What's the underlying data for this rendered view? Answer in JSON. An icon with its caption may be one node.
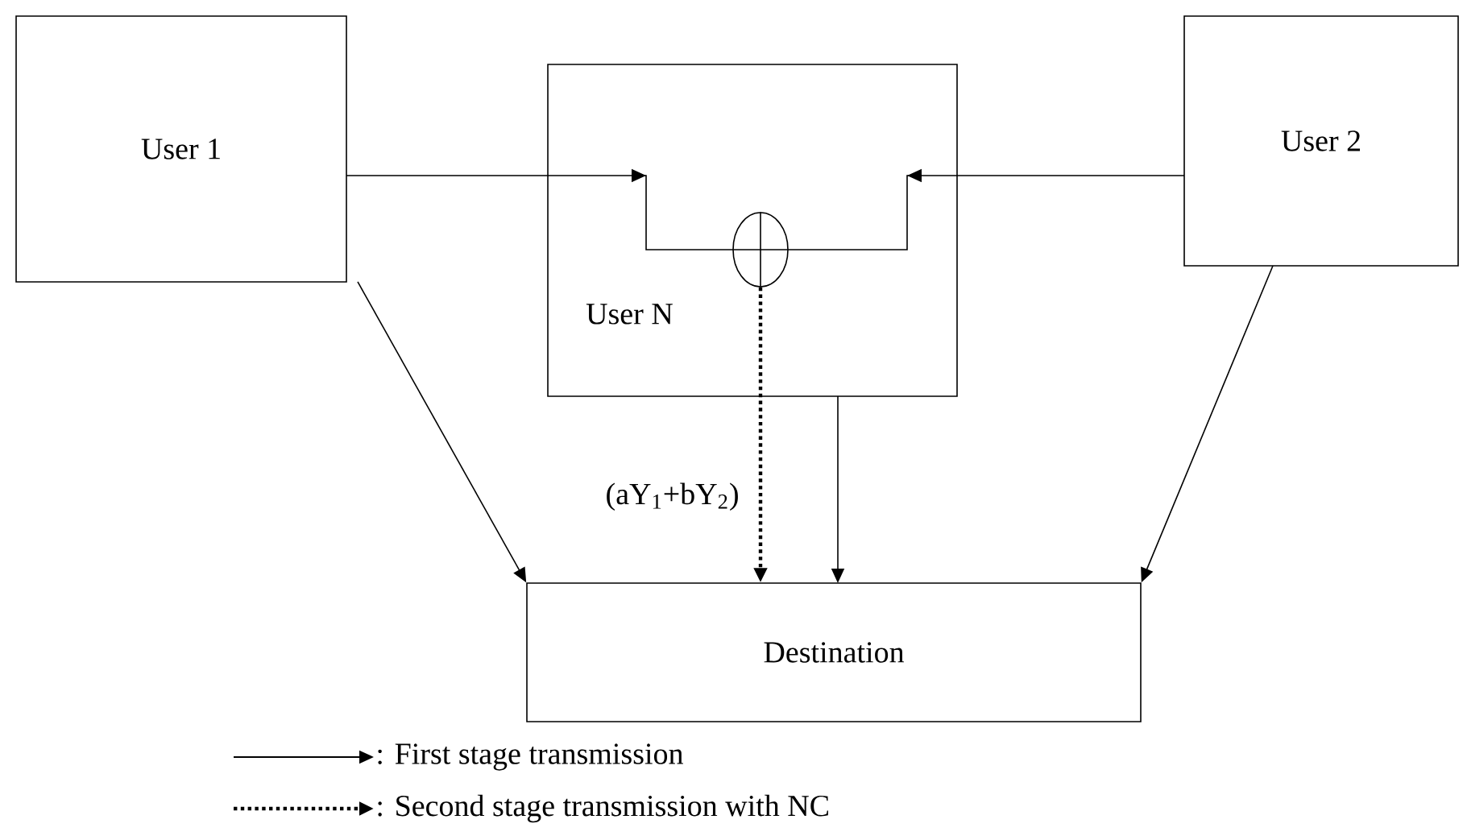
{
  "diagram": {
    "nodes": [
      {
        "text": [
          "User 1"
        ]
      },
      {
        "text": [
          "User N"
        ]
      },
      {
        "text": [
          "User 2"
        ]
      },
      {
        "text": [],
        "shape": "circle",
        "in": 1
      },
      {
        "text": [
          "Destination"
        ]
      }
    ],
    "edges": [
      {
        "from": 0,
        "to": 3,
        "arrow": "to"
      },
      {
        "from": 2,
        "to": 3,
        "arrow": "to"
      },
      {
        "from": 3,
        "to": 4,
        "arrow": "to",
        "style": "dashed",
        "label": "(aY$_{1}$+bY$_{2}$)"
      },
      {
        "from": 1,
        "to": 4,
        "arrow": "to"
      },
      {
        "from": 0,
        "to": 4,
        "arrow": "to"
      },
      {
        "from": 2,
        "to": 4,
        "arrow": "to"
      }
    ],
    "legend": [
      {
        "text": ": First stage transmission"
      },
      {
        "text": ": Second stage transmission with NC"
      }
    ]
  }
}
